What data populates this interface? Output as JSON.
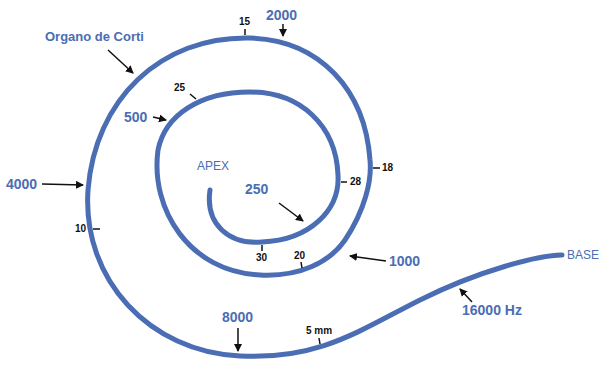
{
  "diagram": {
    "labels": [
      "Organo de Corti",
      "2000",
      "15",
      "500",
      "25",
      "APEX",
      "250",
      "28",
      "18",
      "4000",
      "10",
      "20",
      "1000",
      "30",
      "8000",
      "5 mm",
      "16000 Hz",
      "BASE"
    ]
  }
}
